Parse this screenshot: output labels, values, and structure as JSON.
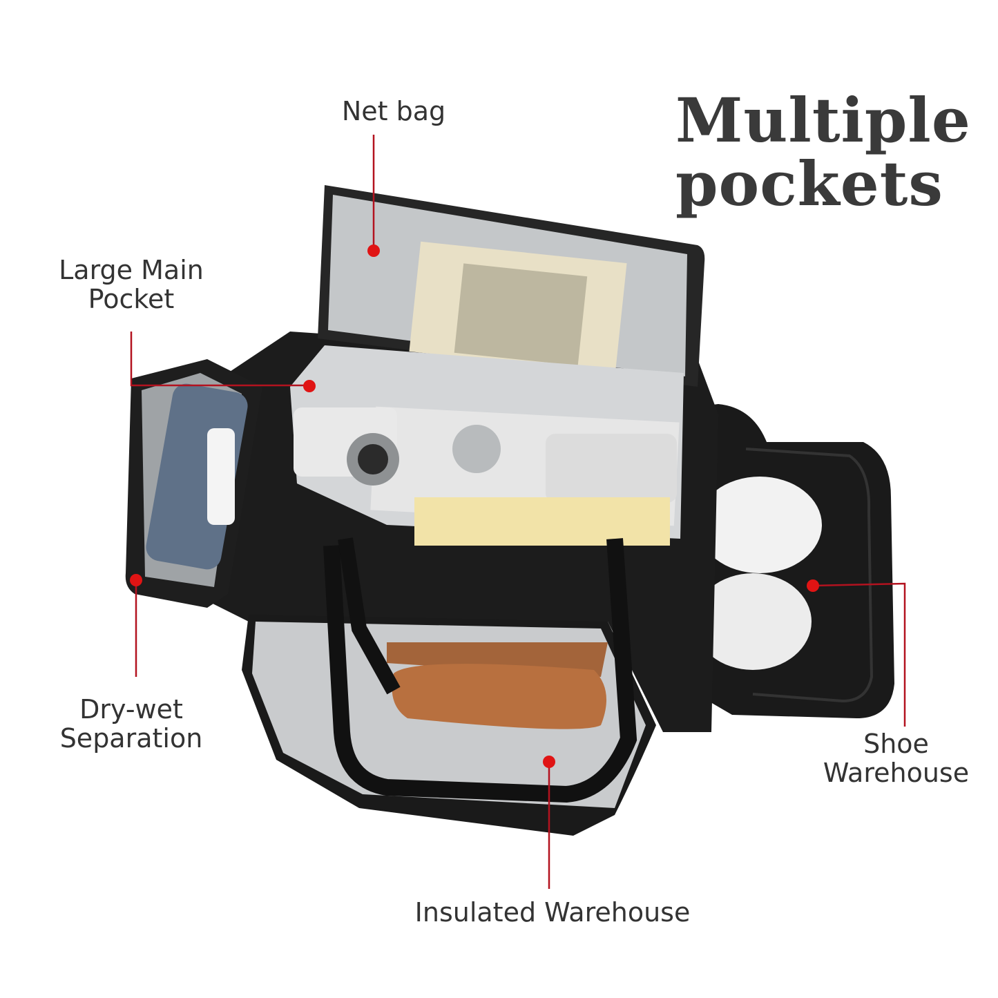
{
  "title": {
    "line1": "Multiple",
    "line2": "pockets"
  },
  "callouts": {
    "net_bag": "Net bag",
    "large_main_pocket": {
      "line1": "Large Main",
      "line2": "Pocket"
    },
    "dry_wet": {
      "line1": "Dry-wet",
      "line2": "Separation"
    },
    "insulated": "Insulated Warehouse",
    "shoe": {
      "line1": "Shoe",
      "line2": "Warehouse"
    }
  },
  "colors": {
    "callout_line": "#b3121f",
    "callout_dot": "#e01414",
    "text": "#333333",
    "bag": "#1c1c1c",
    "mesh": "#bfc2c4",
    "foil": "#c9cbcd"
  }
}
